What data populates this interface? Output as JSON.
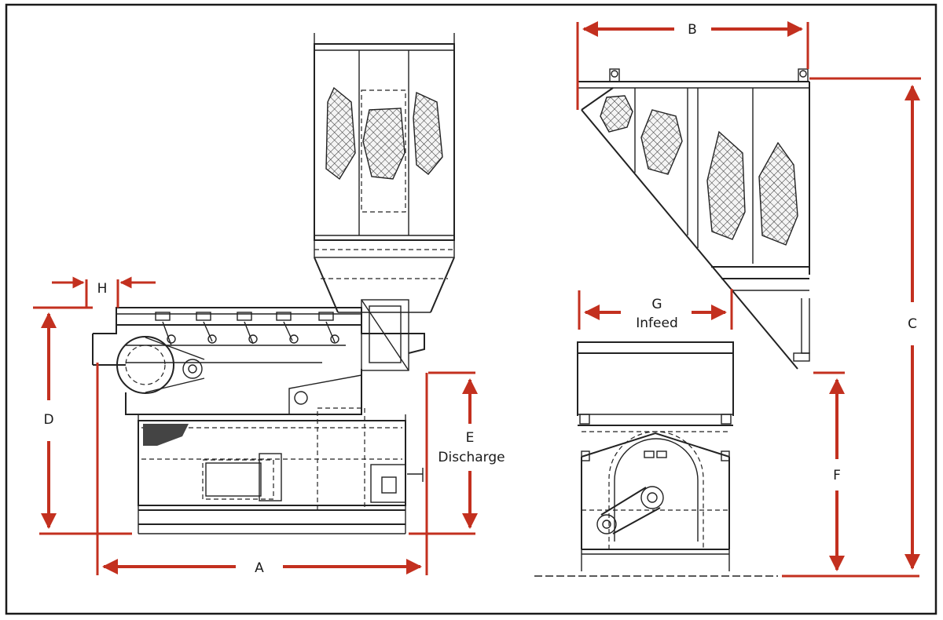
{
  "labels": {
    "a": "A",
    "b": "B",
    "c": "C",
    "d": "D",
    "e": "E",
    "e_sub": "Discharge",
    "f": "F",
    "g": "G",
    "g_sub": "Infeed",
    "h": "H"
  },
  "colors": {
    "dimension": "#c3301f",
    "line": "#222222",
    "frame": "#1a1a1a"
  }
}
